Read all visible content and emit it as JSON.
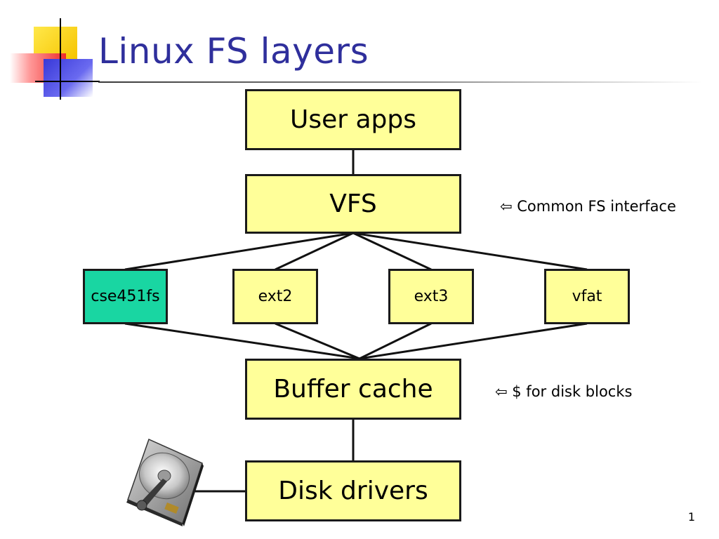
{
  "slide": {
    "title": "Linux FS layers",
    "page_number": "1"
  },
  "diagram": {
    "layers": {
      "user_apps": "User apps",
      "vfs": "VFS",
      "buffer_cache": "Buffer cache",
      "disk_drivers": "Disk drivers"
    },
    "filesystems": [
      "cse451fs",
      "ext2",
      "ext3",
      "vfat"
    ],
    "annotations": {
      "vfs_note": "⇦ Common FS interface",
      "cache_note": "⇦ $ for disk blocks"
    }
  },
  "colors": {
    "title": "#2f2f9c",
    "box_fill": "#ffff99",
    "highlight_fill": "#19d6a2",
    "border": "#1a1a1a"
  },
  "icons": {
    "logo": "logo-squares-icon",
    "disk": "hard-disk-icon"
  }
}
